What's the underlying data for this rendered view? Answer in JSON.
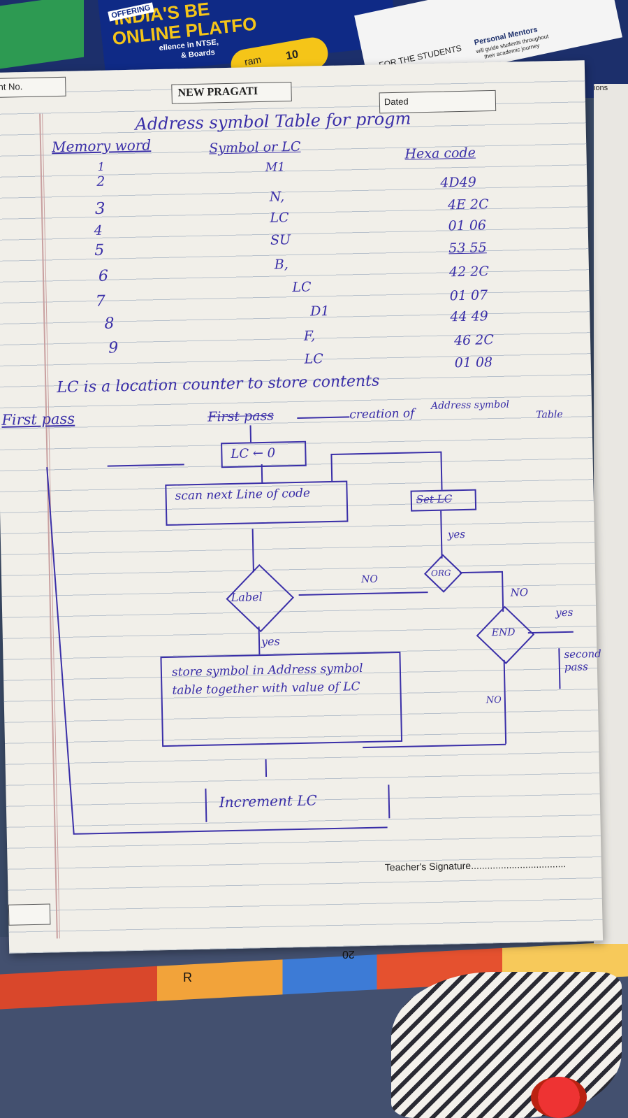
{
  "cover": {
    "offering": "OFFERING",
    "line1": "INDIA'S BE",
    "line2": "ONLINE PLATFO",
    "line3": "ellence in NTSE,",
    "line4": "& Boards",
    "badge": "ram",
    "class_no": "10",
    "for_students": "FOR THE STUDENTS",
    "mentors": "Personal Mentors",
    "mentors_sub1": "will guide students throughout",
    "mentors_sub2": "their academic journey",
    "ons": "ions"
  },
  "page": {
    "student_no_label": "ent No.",
    "brand": "NEW PRAGATI",
    "dated_label": "Dated",
    "teacher_signature": "Teacher's Signature...................................",
    "page_number": "20",
    "bottom_letter": "R"
  },
  "notes": {
    "title": "Address symbol Table for progm",
    "table": {
      "headers": [
        "Memory word",
        "Symbol or LC",
        "Hexa code"
      ],
      "rows": [
        {
          "word": "1",
          "symbol": "M1",
          "hex": ""
        },
        {
          "word": "2",
          "symbol": "",
          "hex": "4D49"
        },
        {
          "word": "3",
          "symbol": "N,",
          "hex": "4E 2C"
        },
        {
          "word": "4",
          "symbol": "LC",
          "hex": "01 06"
        },
        {
          "word": "5",
          "symbol": "SU",
          "hex": "53 55"
        },
        {
          "word": "6",
          "symbol": "B,",
          "hex": "42 2C"
        },
        {
          "word": "7",
          "symbol": "LC",
          "hex": "01 07"
        },
        {
          "word": "8",
          "symbol": "D1",
          "hex": "44 49"
        },
        {
          "word": "9",
          "symbol": "F,",
          "hex": "46 2C"
        },
        {
          "word": "",
          "symbol": "LC",
          "hex": "01 08"
        }
      ]
    },
    "lc_note": "LC is a location counter to store contents",
    "first_pass_heading": "First pass",
    "first_pass_flow": "First pass",
    "creation_of": "creation of",
    "address_symbol": "Address symbol",
    "table_word": "Table"
  },
  "flowchart": {
    "start_box": "LC ← 0",
    "scan_box": "scan next Line of code",
    "set_lc": "Set LC",
    "label_diamond": "Label",
    "org_diamond": "ORG",
    "end_diamond": "END",
    "store_box": "store symbol in Address symbol table together with value of LC",
    "increment_box": "Increment LC",
    "second_pass": "second pass",
    "yes": "yes",
    "no": "NO"
  }
}
